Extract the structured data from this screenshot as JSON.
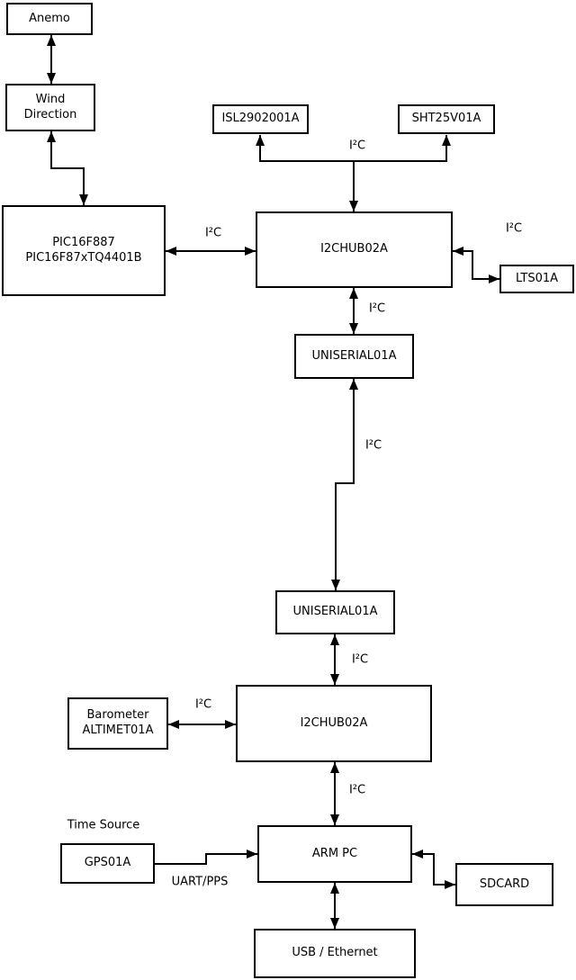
{
  "nodes": {
    "anemo": {
      "label": "Anemo"
    },
    "wind_direction": {
      "line1": "Wind",
      "line2": "Direction"
    },
    "pic": {
      "line1": "PIC16F887",
      "line2": "PIC16F87xTQ4401B"
    },
    "isl2902001a": {
      "label": "ISL2902001A"
    },
    "sht25v01a": {
      "label": "SHT25V01A"
    },
    "i2chub_top": {
      "label": "I2CHUB02A"
    },
    "lts01a": {
      "label": "LTS01A"
    },
    "uniserial_top": {
      "label": "UNISERIAL01A"
    },
    "uniserial_bottom": {
      "label": "UNISERIAL01A"
    },
    "barometer": {
      "line1": "Barometer",
      "line2": "ALTIMET01A"
    },
    "i2chub_bottom": {
      "label": "I2CHUB02A"
    },
    "gps01a": {
      "label": "GPS01A"
    },
    "arm_pc": {
      "label": "ARM PC"
    },
    "sdcard": {
      "label": "SDCARD"
    },
    "usb_ethernet": {
      "label": "USB / Ethernet"
    }
  },
  "edge_labels": {
    "i2c": "I²C",
    "uart_pps": "UART/PPS",
    "time_source": "Time Source"
  },
  "colors": {
    "line": "#000000",
    "box_border": "#000000",
    "box_fill": "#ffffff",
    "background": "#ffffff",
    "text": "#000000"
  }
}
